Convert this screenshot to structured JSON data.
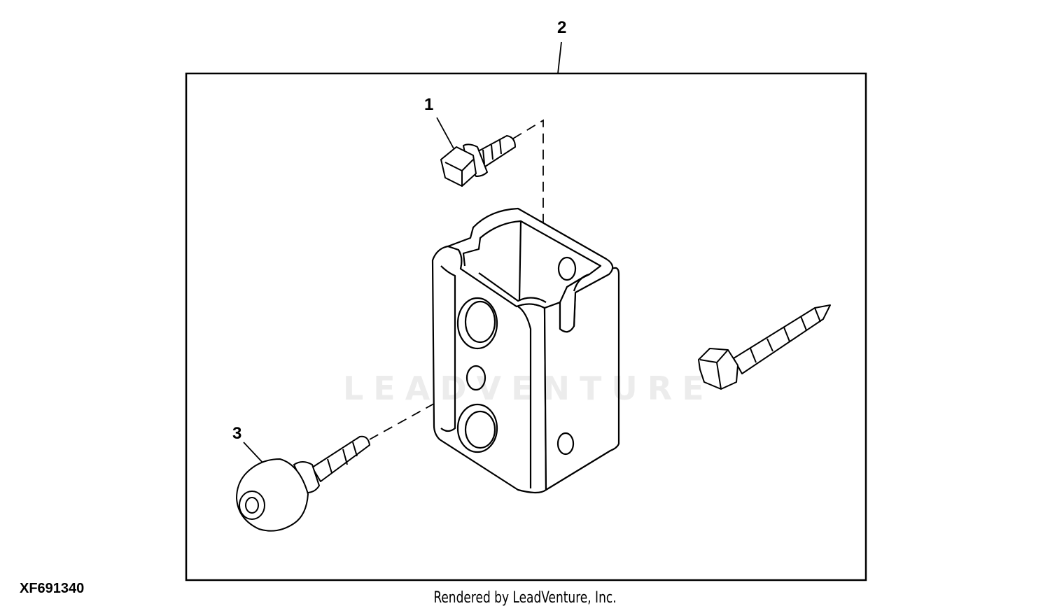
{
  "callouts": {
    "frame": "2",
    "bolt_flanged": "1",
    "handle_knob": "3"
  },
  "figure_code": "XF691340",
  "credit": "Rendered by LeadVenture, Inc.",
  "watermark": "LEADVENTURE",
  "colors": {
    "line": "#000000",
    "background": "#ffffff"
  }
}
